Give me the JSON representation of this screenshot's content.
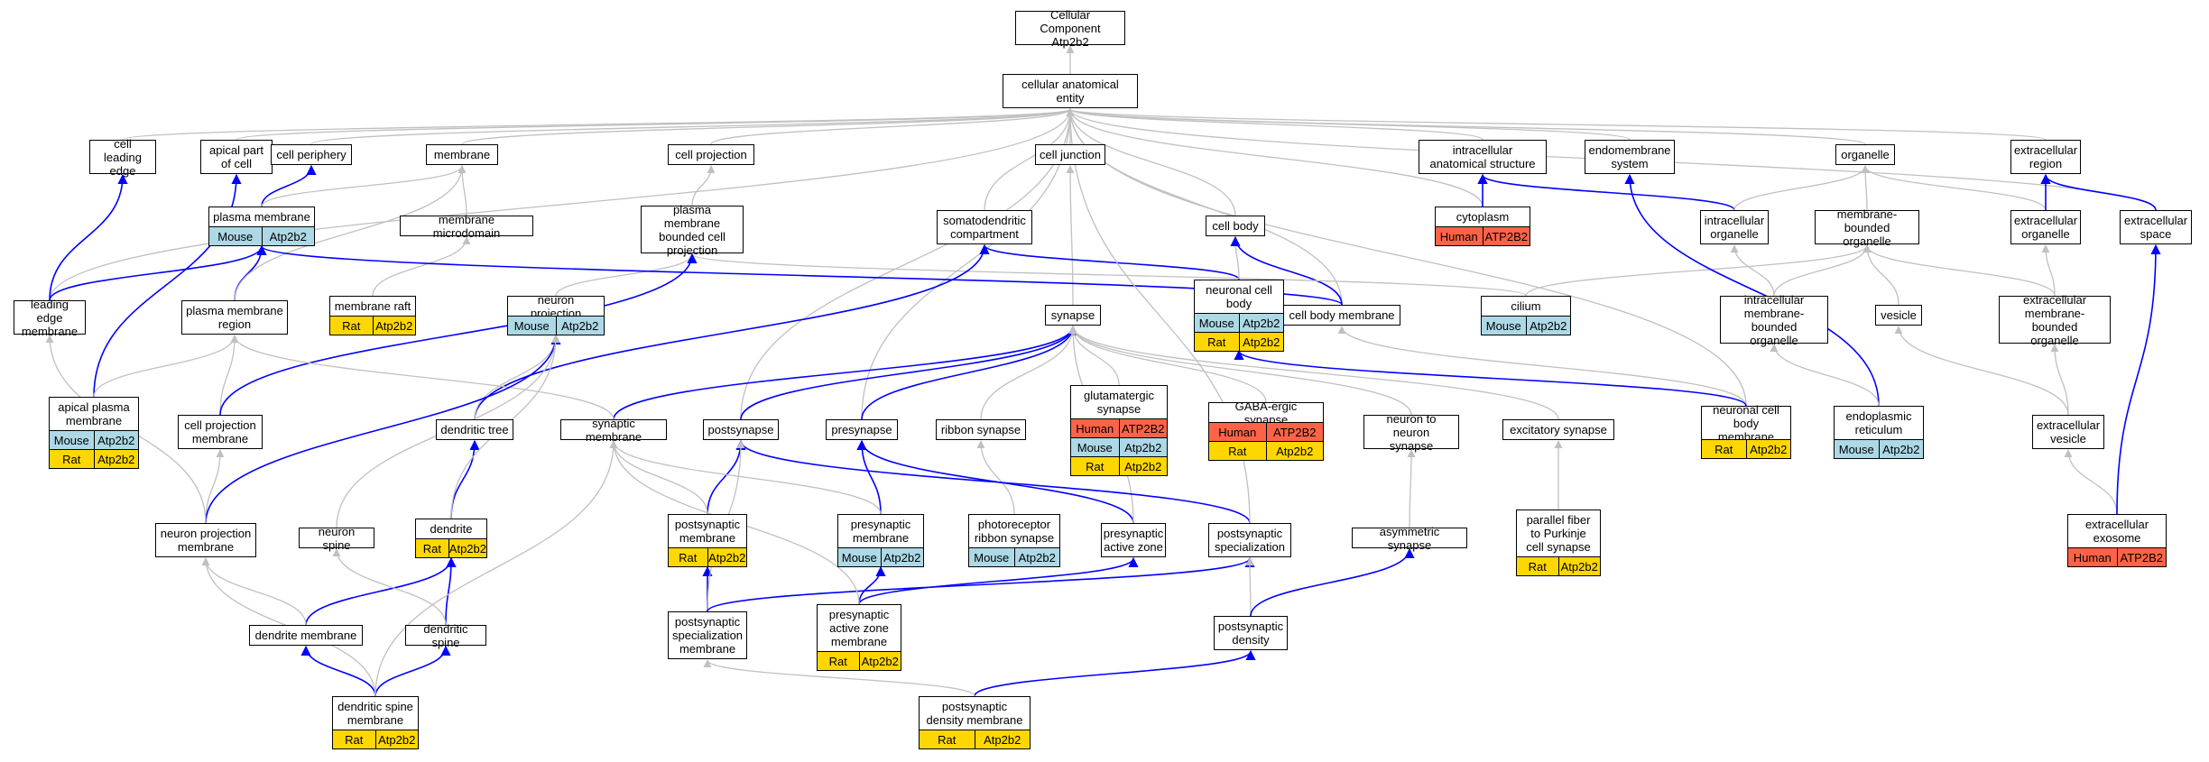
{
  "colors": {
    "mouse": "#add8e6",
    "rat": "#ffd700",
    "human": "#ff6347",
    "edge_blue": "#0000ff",
    "edge_gray": "#c0c0c0"
  },
  "nodes": [
    {
      "id": "root",
      "label": "Cellular Component\nAtp2b2",
      "ann": []
    },
    {
      "id": "cae",
      "label": "cellular anatomical\nentity",
      "ann": []
    },
    {
      "id": "cle",
      "label": "cell leading\nedge",
      "ann": []
    },
    {
      "id": "apc",
      "label": "apical part\nof cell",
      "ann": []
    },
    {
      "id": "cp",
      "label": "cell periphery",
      "ann": []
    },
    {
      "id": "mem",
      "label": "membrane",
      "ann": []
    },
    {
      "id": "cproj",
      "label": "cell projection",
      "ann": []
    },
    {
      "id": "cj",
      "label": "cell junction",
      "ann": []
    },
    {
      "id": "ias",
      "label": "intracellular\nanatomical structure",
      "ann": []
    },
    {
      "id": "endo",
      "label": "endomembrane\nsystem",
      "ann": []
    },
    {
      "id": "org",
      "label": "organelle",
      "ann": []
    },
    {
      "id": "exr",
      "label": "extracellular\nregion",
      "ann": []
    },
    {
      "id": "pm",
      "label": "plasma membrane",
      "ann": [
        [
          "Mouse",
          "Atp2b2"
        ]
      ]
    },
    {
      "id": "mmd",
      "label": "membrane microdomain",
      "ann": []
    },
    {
      "id": "pmbcp",
      "label": "plasma membrane\nbounded cell\nprojection",
      "ann": []
    },
    {
      "id": "sdc",
      "label": "somatodendritic\ncompartment",
      "ann": []
    },
    {
      "id": "cbody",
      "label": "cell body",
      "ann": []
    },
    {
      "id": "cyto",
      "label": "cytoplasm",
      "ann": [
        [
          "Human",
          "ATP2B2"
        ]
      ]
    },
    {
      "id": "io",
      "label": "intracellular\norganelle",
      "ann": []
    },
    {
      "id": "mbo",
      "label": "membrane-bounded\norganelle",
      "ann": []
    },
    {
      "id": "exo",
      "label": "extracellular\norganelle",
      "ann": []
    },
    {
      "id": "exs",
      "label": "extracellular\nspace",
      "ann": []
    },
    {
      "id": "lem",
      "label": "leading edge\nmembrane",
      "ann": []
    },
    {
      "id": "pmr",
      "label": "plasma membrane\nregion",
      "ann": []
    },
    {
      "id": "mraft",
      "label": "membrane raft",
      "ann": [
        [
          "Rat",
          "Atp2b2"
        ]
      ]
    },
    {
      "id": "nproj",
      "label": "neuron projection",
      "ann": [
        [
          "Mouse",
          "Atp2b2"
        ]
      ]
    },
    {
      "id": "syn",
      "label": "synapse",
      "ann": []
    },
    {
      "id": "ncb",
      "label": "neuronal cell\nbody",
      "ann": [
        [
          "Mouse",
          "Atp2b2"
        ],
        [
          "Rat",
          "Atp2b2"
        ]
      ]
    },
    {
      "id": "cbm",
      "label": "cell body membrane",
      "ann": []
    },
    {
      "id": "cil",
      "label": "cilium",
      "ann": [
        [
          "Mouse",
          "Atp2b2"
        ]
      ]
    },
    {
      "id": "imbo",
      "label": "intracellular\nmembrane-bounded\norganelle",
      "ann": []
    },
    {
      "id": "ves",
      "label": "vesicle",
      "ann": []
    },
    {
      "id": "embo",
      "label": "extracellular\nmembrane-bounded\norganelle",
      "ann": []
    },
    {
      "id": "apm",
      "label": "apical plasma\nmembrane",
      "ann": [
        [
          "Mouse",
          "Atp2b2"
        ],
        [
          "Rat",
          "Atp2b2"
        ]
      ]
    },
    {
      "id": "cpm",
      "label": "cell projection\nmembrane",
      "ann": []
    },
    {
      "id": "dt",
      "label": "dendritic tree",
      "ann": []
    },
    {
      "id": "sm",
      "label": "synaptic membrane",
      "ann": []
    },
    {
      "id": "post",
      "label": "postsynapse",
      "ann": []
    },
    {
      "id": "pre",
      "label": "presynapse",
      "ann": []
    },
    {
      "id": "rib",
      "label": "ribbon synapse",
      "ann": []
    },
    {
      "id": "glu",
      "label": "glutamatergic\nsynapse",
      "ann": [
        [
          "Human",
          "ATP2B2"
        ],
        [
          "Mouse",
          "Atp2b2"
        ],
        [
          "Rat",
          "Atp2b2"
        ]
      ]
    },
    {
      "id": "gaba",
      "label": "GABA-ergic synapse",
      "ann": [
        [
          "Human",
          "ATP2B2"
        ],
        [
          "Rat",
          "Atp2b2"
        ]
      ]
    },
    {
      "id": "n2n",
      "label": "neuron to neuron\nsynapse",
      "ann": []
    },
    {
      "id": "exc",
      "label": "excitatory synapse",
      "ann": []
    },
    {
      "id": "ncbm",
      "label": "neuronal cell\nbody membrane",
      "ann": [
        [
          "Rat",
          "Atp2b2"
        ]
      ]
    },
    {
      "id": "er",
      "label": "endoplasmic\nreticulum",
      "ann": [
        [
          "Mouse",
          "Atp2b2"
        ]
      ]
    },
    {
      "id": "exv",
      "label": "extracellular\nvesicle",
      "ann": []
    },
    {
      "id": "npm",
      "label": "neuron projection\nmembrane",
      "ann": []
    },
    {
      "id": "ns",
      "label": "neuron spine",
      "ann": []
    },
    {
      "id": "den",
      "label": "dendrite",
      "ann": [
        [
          "Rat",
          "Atp2b2"
        ]
      ]
    },
    {
      "id": "psm",
      "label": "postsynaptic\nmembrane",
      "ann": [
        [
          "Rat",
          "Atp2b2"
        ]
      ]
    },
    {
      "id": "prm",
      "label": "presynaptic\nmembrane",
      "ann": [
        [
          "Mouse",
          "Atp2b2"
        ]
      ]
    },
    {
      "id": "prs",
      "label": "photoreceptor\nribbon synapse",
      "ann": [
        [
          "Mouse",
          "Atp2b2"
        ]
      ]
    },
    {
      "id": "paz",
      "label": "presynaptic\nactive zone",
      "ann": []
    },
    {
      "id": "pss",
      "label": "postsynaptic\nspecialization",
      "ann": []
    },
    {
      "id": "asy",
      "label": "asymmetric synapse",
      "ann": []
    },
    {
      "id": "pf",
      "label": "parallel fiber\nto Purkinje\ncell synapse",
      "ann": [
        [
          "Rat",
          "Atp2b2"
        ]
      ]
    },
    {
      "id": "exex",
      "label": "extracellular\nexosome",
      "ann": [
        [
          "Human",
          "ATP2B2"
        ]
      ]
    },
    {
      "id": "dm",
      "label": "dendrite membrane",
      "ann": []
    },
    {
      "id": "ds",
      "label": "dendritic spine",
      "ann": []
    },
    {
      "id": "pssm",
      "label": "postsynaptic\nspecialization\nmembrane",
      "ann": []
    },
    {
      "id": "pazm",
      "label": "presynaptic\nactive zone\nmembrane",
      "ann": [
        [
          "Rat",
          "Atp2b2"
        ]
      ]
    },
    {
      "id": "psd",
      "label": "postsynaptic\ndensity",
      "ann": []
    },
    {
      "id": "dsm",
      "label": "dendritic spine\nmembrane",
      "ann": [
        [
          "Rat",
          "Atp2b2"
        ]
      ]
    },
    {
      "id": "psdm",
      "label": "postsynaptic\ndensity membrane",
      "ann": [
        [
          "Rat",
          "Atp2b2"
        ]
      ]
    }
  ],
  "edges": [
    [
      "cae",
      "root",
      "gray"
    ],
    [
      "cle",
      "cae",
      "gray"
    ],
    [
      "apc",
      "cae",
      "gray"
    ],
    [
      "cp",
      "cae",
      "gray"
    ],
    [
      "mem",
      "cae",
      "gray"
    ],
    [
      "cproj",
      "cae",
      "gray"
    ],
    [
      "cj",
      "cae",
      "gray"
    ],
    [
      "ias",
      "cae",
      "gray"
    ],
    [
      "endo",
      "cae",
      "gray"
    ],
    [
      "org",
      "cae",
      "gray"
    ],
    [
      "exr",
      "cae",
      "gray"
    ],
    [
      "sdc",
      "cae",
      "gray"
    ],
    [
      "cbody",
      "cae",
      "gray"
    ],
    [
      "cyto",
      "cae",
      "gray"
    ],
    [
      "exs",
      "cae",
      "gray"
    ],
    [
      "lem",
      "cae",
      "gray"
    ],
    [
      "cbm",
      "cae",
      "gray"
    ],
    [
      "post",
      "cae",
      "gray"
    ],
    [
      "pre",
      "cae",
      "gray"
    ],
    [
      "ncbm",
      "cae",
      "gray"
    ],
    [
      "pm",
      "cp",
      "blue"
    ],
    [
      "pm",
      "mem",
      "gray"
    ],
    [
      "mmd",
      "mem",
      "gray"
    ],
    [
      "pmbcp",
      "cproj",
      "gray"
    ],
    [
      "cyto",
      "ias",
      "blue"
    ],
    [
      "io",
      "ias",
      "blue"
    ],
    [
      "io",
      "org",
      "gray"
    ],
    [
      "mbo",
      "org",
      "gray"
    ],
    [
      "exo",
      "org",
      "gray"
    ],
    [
      "exo",
      "exr",
      "blue"
    ],
    [
      "exs",
      "exr",
      "blue"
    ],
    [
      "lem",
      "cle",
      "blue"
    ],
    [
      "lem",
      "pm",
      "blue"
    ],
    [
      "pmr",
      "pm",
      "blue"
    ],
    [
      "pmr",
      "mem",
      "gray"
    ],
    [
      "mraft",
      "mmd",
      "gray"
    ],
    [
      "nproj",
      "pmbcp",
      "gray"
    ],
    [
      "syn",
      "cj",
      "gray"
    ],
    [
      "ncb",
      "cbody",
      "gray"
    ],
    [
      "ncb",
      "sdc",
      "blue"
    ],
    [
      "cbm",
      "cbody",
      "blue"
    ],
    [
      "cbm",
      "pm",
      "blue"
    ],
    [
      "cil",
      "pmbcp",
      "gray"
    ],
    [
      "cil",
      "mbo",
      "gray"
    ],
    [
      "imbo",
      "io",
      "gray"
    ],
    [
      "imbo",
      "mbo",
      "gray"
    ],
    [
      "ves",
      "mbo",
      "gray"
    ],
    [
      "embo",
      "mbo",
      "gray"
    ],
    [
      "embo",
      "exo",
      "gray"
    ],
    [
      "apm",
      "apc",
      "blue"
    ],
    [
      "apm",
      "pmr",
      "gray"
    ],
    [
      "cpm",
      "pmr",
      "gray"
    ],
    [
      "cpm",
      "pmbcp",
      "blue"
    ],
    [
      "dt",
      "sdc",
      "blue"
    ],
    [
      "dt",
      "nproj",
      "gray"
    ],
    [
      "sm",
      "syn",
      "blue"
    ],
    [
      "sm",
      "pmr",
      "gray"
    ],
    [
      "post",
      "syn",
      "blue"
    ],
    [
      "pre",
      "syn",
      "blue"
    ],
    [
      "rib",
      "syn",
      "gray"
    ],
    [
      "glu",
      "syn",
      "gray"
    ],
    [
      "gaba",
      "syn",
      "gray"
    ],
    [
      "n2n",
      "syn",
      "gray"
    ],
    [
      "exc",
      "syn",
      "gray"
    ],
    [
      "ncbm",
      "cbm",
      "gray"
    ],
    [
      "ncbm",
      "ncb",
      "blue"
    ],
    [
      "er",
      "endo",
      "blue"
    ],
    [
      "er",
      "imbo",
      "gray"
    ],
    [
      "exv",
      "ves",
      "gray"
    ],
    [
      "exv",
      "embo",
      "gray"
    ],
    [
      "npm",
      "cpm",
      "gray"
    ],
    [
      "npm",
      "nproj",
      "blue"
    ],
    [
      "npm",
      "lem",
      "gray"
    ],
    [
      "ns",
      "nproj",
      "gray"
    ],
    [
      "den",
      "dt",
      "blue"
    ],
    [
      "den",
      "nproj",
      "gray"
    ],
    [
      "psm",
      "post",
      "blue"
    ],
    [
      "psm",
      "sm",
      "gray"
    ],
    [
      "prm",
      "pre",
      "blue"
    ],
    [
      "prm",
      "sm",
      "gray"
    ],
    [
      "prs",
      "rib",
      "gray"
    ],
    [
      "paz",
      "pre",
      "blue"
    ],
    [
      "paz",
      "syn",
      "gray"
    ],
    [
      "pss",
      "post",
      "blue"
    ],
    [
      "pss",
      "cae",
      "gray"
    ],
    [
      "asy",
      "n2n",
      "gray"
    ],
    [
      "pf",
      "exc",
      "gray"
    ],
    [
      "exex",
      "exv",
      "gray"
    ],
    [
      "exex",
      "exs",
      "blue"
    ],
    [
      "dm",
      "den",
      "blue"
    ],
    [
      "dm",
      "npm",
      "gray"
    ],
    [
      "ds",
      "den",
      "blue"
    ],
    [
      "ds",
      "ns",
      "gray"
    ],
    [
      "pssm",
      "psm",
      "blue"
    ],
    [
      "pssm",
      "post",
      "gray"
    ],
    [
      "pssm",
      "pss",
      "blue"
    ],
    [
      "pazm",
      "prm",
      "blue"
    ],
    [
      "pazm",
      "paz",
      "blue"
    ],
    [
      "pazm",
      "sm",
      "gray"
    ],
    [
      "psd",
      "pss",
      "gray"
    ],
    [
      "psd",
      "asy",
      "blue"
    ],
    [
      "dsm",
      "dm",
      "blue"
    ],
    [
      "dsm",
      "ds",
      "blue"
    ],
    [
      "dsm",
      "npm",
      "gray"
    ],
    [
      "dsm",
      "sm",
      "gray"
    ],
    [
      "psdm",
      "psd",
      "blue"
    ],
    [
      "psdm",
      "pssm",
      "gray"
    ]
  ]
}
